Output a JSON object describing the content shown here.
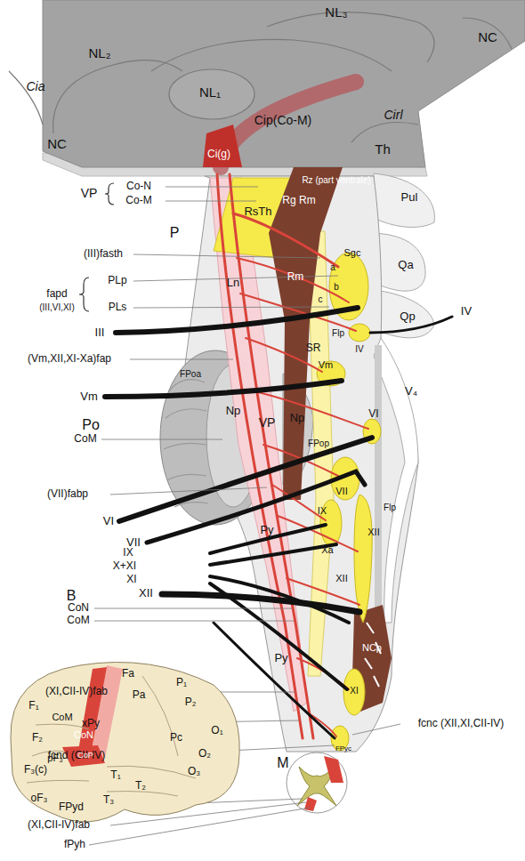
{
  "diagram": {
    "labels": [
      "NL₂",
      "NL₃",
      "NC",
      "Cia",
      "NL₁",
      "Cip(Co-M)",
      "Cirl",
      "NC",
      "Th",
      "Ci(g)",
      "Rz (part ventrale)",
      "Pul",
      "VP",
      "Co-N",
      "Co-M",
      "Rg Rm",
      "RsTh",
      "P",
      "Sgc",
      "(III)fasth",
      "Qa",
      "a",
      "Ln",
      "Rm",
      "PLp",
      "b",
      "fapd",
      "(III,VI,XI)",
      "PLs",
      "c",
      "Qp",
      "IV",
      "III",
      "Flp",
      "IV",
      "SR",
      "(Vm,XII,XI-Xa)fap",
      "Vm",
      "FPoa",
      "Vm",
      "Po",
      "Np",
      "VP",
      "Np",
      "FPop",
      "VI",
      "V₄",
      "CoM",
      "(VII)fabp",
      "VII",
      "IX",
      "Flp",
      "XII",
      "VI",
      "Xa",
      "Py",
      "VII",
      "IX",
      "X+XI",
      "XI",
      "B",
      "XII",
      "XII",
      "CoN",
      "CoM",
      "Py",
      "NCp",
      "XI",
      "(XI,CII-IV)fab",
      "xPy",
      "fcnc (XII,XI,CII-IV)",
      "fcnd (CII-IV)",
      "M",
      "FPyc",
      "FPyd",
      "(XI,CII-IV)fab",
      "fPyh",
      "Fa",
      "Pa",
      "P₁",
      "P₂",
      "F₁",
      "CoM",
      "Pc",
      "O₁",
      "F₂",
      "CoN",
      "O₂",
      "pF₃",
      "CoP",
      "F₃(c)",
      "O₃",
      "T₁",
      "T₂",
      "oF₃",
      "T₃"
    ]
  }
}
